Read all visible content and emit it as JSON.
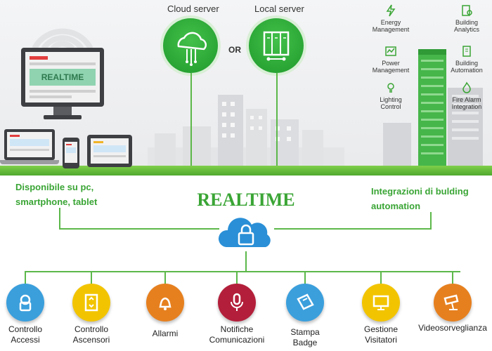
{
  "servers": {
    "cloud_label": "Cloud server",
    "local_label": "Local server",
    "or_label": "OR"
  },
  "monitor_text": "REALTIME",
  "left_caption": [
    "Disponibile su pc,",
    "smartphone, tablet"
  ],
  "right_caption": [
    "Integrazioni di bulding",
    "automation"
  ],
  "center_title": "REALTIME",
  "building_integrations": [
    {
      "label1": "Energy",
      "label2": "Management",
      "icon": "energy-icon"
    },
    {
      "label1": "Building",
      "label2": "Analytics",
      "icon": "analytics-icon"
    },
    {
      "label1": "Power",
      "label2": "Management",
      "icon": "power-icon"
    },
    {
      "label1": "Building",
      "label2": "Automation",
      "icon": "automation-icon"
    },
    {
      "label1": "Lighting",
      "label2": "Control",
      "icon": "lighting-icon"
    },
    {
      "label1": "Fire Alarm",
      "label2": "Integration",
      "icon": "fire-icon"
    }
  ],
  "modules": [
    {
      "label1": "Controllo",
      "label2": "Accessi",
      "color": "#3b9fdc",
      "icon": "access-icon"
    },
    {
      "label1": "Controllo",
      "label2": "Ascensori",
      "color": "#f2c400",
      "icon": "elevator-icon"
    },
    {
      "label1": "Allarmi",
      "label2": "",
      "color": "#e6801f",
      "icon": "bell-icon"
    },
    {
      "label1": "Notifiche",
      "label2": "Comunicazioni",
      "color": "#b31f3a",
      "icon": "microphone-icon"
    },
    {
      "label1": "Stampa",
      "label2": "Badge",
      "color": "#3b9fdc",
      "icon": "badge-icon"
    },
    {
      "label1": "Gestione",
      "label2": "Visitatori",
      "color": "#f2c400",
      "icon": "visitor-icon"
    },
    {
      "label1": "Videosorveglianza",
      "label2": "",
      "color": "#e6801f",
      "icon": "camera-icon"
    }
  ],
  "colors": {
    "accent_green": "#3aa535",
    "line_green": "#5cb84a",
    "cloud_blue": "#2a8fd6"
  }
}
